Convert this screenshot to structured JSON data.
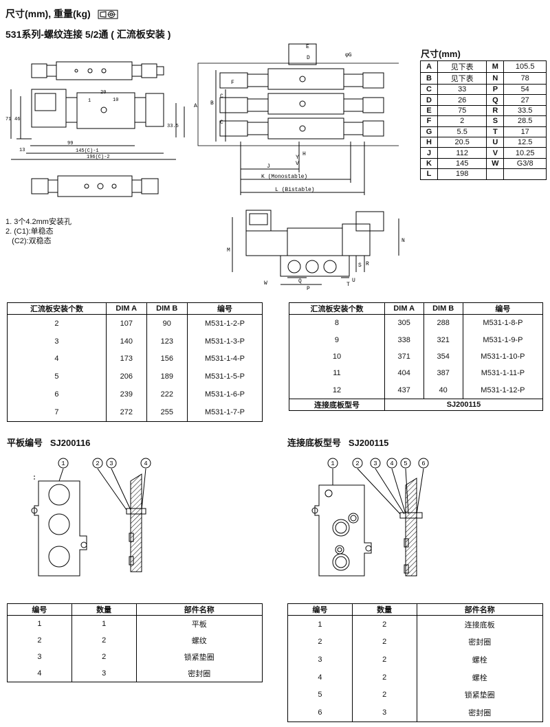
{
  "header": {
    "units_title": "尺寸(mm), 重量(kg)",
    "series_title": "531系列-螺纹连接 5/2通 ( 汇流板安装 )"
  },
  "left_drawing": {
    "labels": [
      "20",
      "10",
      "71",
      "46",
      "33.5",
      "13",
      "99",
      "145(C)-1",
      "196(C)-2",
      "1"
    ]
  },
  "center_drawing": {
    "labels": [
      "E",
      "D",
      "φG",
      "A",
      "B",
      "C",
      "C",
      "F",
      "Y",
      "V",
      "H",
      "J",
      "K (Monostable)",
      "L (Bistable)"
    ]
  },
  "bottom_drawing": {
    "labels": [
      "M",
      "N",
      "R",
      "S",
      "Q",
      "P",
      "T",
      "U",
      "W"
    ]
  },
  "dim_title": "尺寸(mm)",
  "dims": [
    [
      "A",
      "见下表",
      "M",
      "105.5"
    ],
    [
      "B",
      "见下表",
      "N",
      "78"
    ],
    [
      "C",
      "33",
      "P",
      "54"
    ],
    [
      "D",
      "26",
      "Q",
      "27"
    ],
    [
      "E",
      "75",
      "R",
      "33.5"
    ],
    [
      "F",
      "2",
      "S",
      "28.5"
    ],
    [
      "G",
      "5.5",
      "T",
      "17"
    ],
    [
      "H",
      "20.5",
      "U",
      "12.5"
    ],
    [
      "J",
      "112",
      "V",
      "10.25"
    ],
    [
      "K",
      "145",
      "W",
      "G3/8"
    ],
    [
      "L",
      "198",
      "",
      ""
    ]
  ],
  "notes": [
    "1. 3个4.2mm安装孔",
    "2. (C1):单稳态",
    "   (C2):双稳态"
  ],
  "manifold_headers": [
    "汇流板安装个数",
    "DIM A",
    "DIM B",
    "编号"
  ],
  "manifold_left": [
    [
      "2",
      "107",
      "90",
      "M531-1-2-P"
    ],
    [
      "3",
      "140",
      "123",
      "M531-1-3-P"
    ],
    [
      "4",
      "173",
      "156",
      "M531-1-4-P"
    ],
    [
      "5",
      "206",
      "189",
      "M531-1-5-P"
    ],
    [
      "6",
      "239",
      "222",
      "M531-1-6-P"
    ],
    [
      "7",
      "272",
      "255",
      "M531-1-7-P"
    ]
  ],
  "manifold_right": [
    [
      "8",
      "305",
      "288",
      "M531-1-8-P"
    ],
    [
      "9",
      "338",
      "321",
      "M531-1-9-P"
    ],
    [
      "10",
      "371",
      "354",
      "M531-1-10-P"
    ],
    [
      "11",
      "404",
      "387",
      "M531-1-11-P"
    ],
    [
      "12",
      "437",
      "40",
      "M531-1-12-P"
    ]
  ],
  "base_model_label": "连接底板型号",
  "base_model_value": "SJ200115",
  "flat_plate": {
    "title": "平板编号   SJ200116",
    "callouts": [
      "1",
      "2",
      "3",
      "4"
    ],
    "headers": [
      "编号",
      "数量",
      "部件名称"
    ],
    "rows": [
      [
        "1",
        "1",
        "平板"
      ],
      [
        "2",
        "2",
        "螺纹"
      ],
      [
        "3",
        "2",
        "锁紧垫圈"
      ],
      [
        "4",
        "3",
        "密封圈"
      ]
    ]
  },
  "base_plate": {
    "title": "连接底板型号   SJ200115",
    "callouts": [
      "1",
      "2",
      "3",
      "4",
      "5",
      "6"
    ],
    "headers": [
      "编号",
      "数量",
      "部件名称"
    ],
    "rows": [
      [
        "1",
        "2",
        "连接底板"
      ],
      [
        "2",
        "2",
        "密封圈"
      ],
      [
        "3",
        "2",
        "螺栓"
      ],
      [
        "4",
        "2",
        "螺栓"
      ],
      [
        "5",
        "2",
        "锁紧垫圈"
      ],
      [
        "6",
        "3",
        "密封圈"
      ]
    ]
  }
}
